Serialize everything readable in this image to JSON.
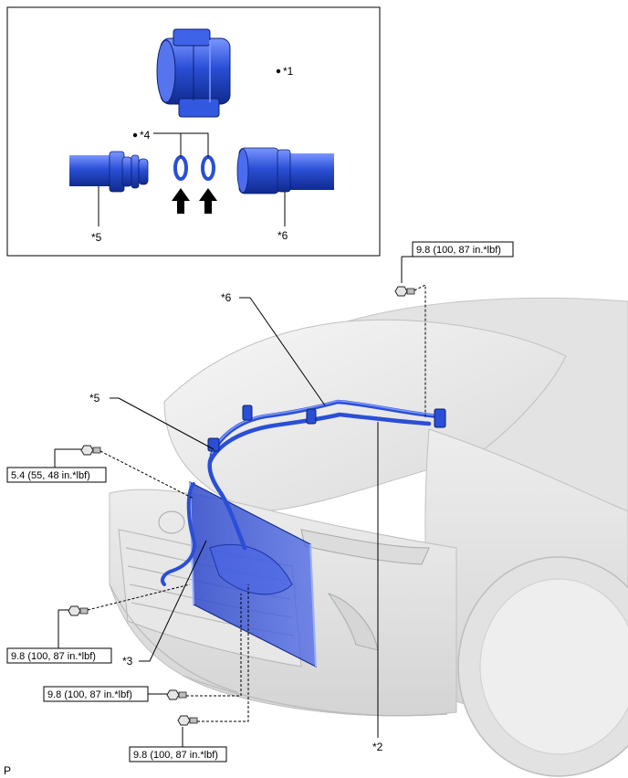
{
  "callouts": {
    "c1": "*1",
    "c2": "*2",
    "c3": "*3",
    "c4": "*4",
    "c5_detail": "*5",
    "c6_detail": "*6",
    "c5_main": "*5",
    "c6_main": "*6"
  },
  "torques": {
    "top_right": "9.8 (100, 87 in.*lbf)",
    "left_upper": "5.4 (55, 48 in.*lbf)",
    "left_lower": "9.8 (100, 87 in.*lbf)",
    "bottom_mid": "9.8 (100, 87 in.*lbf)",
    "bottom_low": "9.8 (100, 87 in.*lbf)"
  },
  "corner_mark": "P",
  "colors": {
    "part_blue": "#2a4fd6",
    "part_highlight": "#7f9bff",
    "car_body": "#e8e8e8"
  }
}
